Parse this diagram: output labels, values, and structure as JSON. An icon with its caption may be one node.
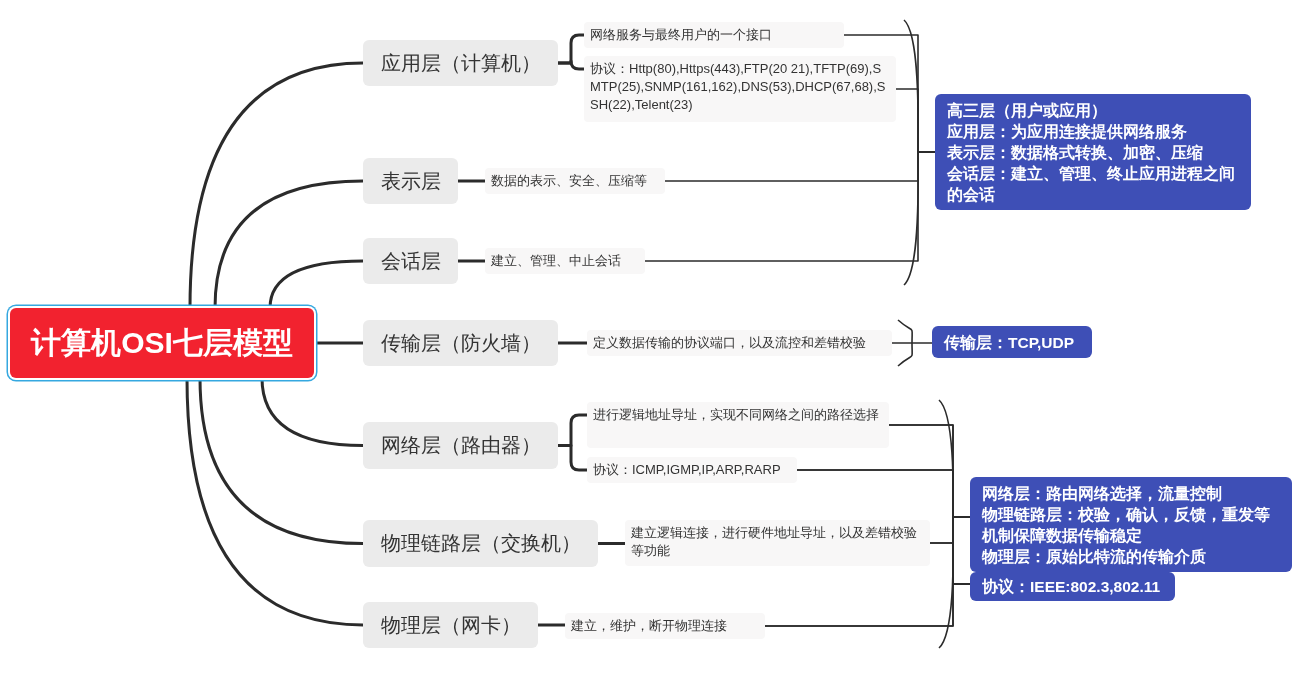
{
  "diagram": {
    "nodes": [
      {
        "text": [
          "计算机OSI七层模型"
        ]
      },
      {
        "text": [
          "应用层（计算机）"
        ]
      },
      {
        "text": [
          "表示层"
        ]
      },
      {
        "text": [
          "会话层"
        ]
      },
      {
        "text": [
          "传输层（防火墙）"
        ]
      },
      {
        "text": [
          "网络层（路由器）"
        ]
      },
      {
        "text": [
          "物理链路层（交换机）"
        ]
      },
      {
        "text": [
          "物理层（网卡）"
        ]
      },
      {
        "text": [
          "网络服务与最终用户的一个接口"
        ]
      },
      {
        "text": [
          "协议：Http(80),Https(443),FTP(20 21),TFTP(69),SMTP(25),SNMP(161,162),DNS(53),DHCP(67,68),SSH(22),Telent(23)"
        ]
      },
      {
        "text": [
          "数据的表示、安全、压缩等"
        ]
      },
      {
        "text": [
          "建立、管理、中止会话"
        ]
      },
      {
        "text": [
          "定义数据传输的协议端口，以及流控和差错校验"
        ]
      },
      {
        "text": [
          "进行逻辑地址导址，实现不同网络之间的路径选择"
        ]
      },
      {
        "text": [
          "协议：ICMP,IGMP,IP,ARP,RARP"
        ]
      },
      {
        "text": [
          "建立逻辑连接，进行硬件地址导址，以及差错校验等功能"
        ]
      },
      {
        "text": [
          "建立，维护，断开物理连接"
        ]
      },
      {
        "text": [
          "高三层（用户或应用）",
          "应用层：为应用连接提供网络服务",
          "表示层：数据格式转换、加密、压缩",
          "会话层：建立、管理、终止应用进程之间的会话"
        ]
      },
      {
        "text": [
          "传输层：TCP,UDP"
        ]
      },
      {
        "text": [
          "网络层：路由网络选择，流量控制",
          "物理链路层：校验，确认，反馈，重发等机制保障数据传输稳定",
          "物理层：原始比特流的传输介质"
        ]
      },
      {
        "text": [
          "协议：IEEE:802.3,802.11"
        ]
      }
    ],
    "edges": [
      {
        "from": 0,
        "to": 1,
        "arrow": "none"
      },
      {
        "from": 0,
        "to": 2,
        "arrow": "none"
      },
      {
        "from": 0,
        "to": 3,
        "arrow": "none"
      },
      {
        "from": 0,
        "to": 4,
        "arrow": "none"
      },
      {
        "from": 0,
        "to": 5,
        "arrow": "none"
      },
      {
        "from": 0,
        "to": 6,
        "arrow": "none"
      },
      {
        "from": 0,
        "to": 7,
        "arrow": "none"
      },
      {
        "from": 1,
        "to": 8,
        "arrow": "none"
      },
      {
        "from": 1,
        "to": 9,
        "arrow": "none"
      },
      {
        "from": 2,
        "to": 10,
        "arrow": "none"
      },
      {
        "from": 3,
        "to": 11,
        "arrow": "none"
      },
      {
        "from": 4,
        "to": 12,
        "arrow": "none"
      },
      {
        "from": 5,
        "to": 13,
        "arrow": "none"
      },
      {
        "from": 5,
        "to": 14,
        "arrow": "none"
      },
      {
        "from": 6,
        "to": 15,
        "arrow": "none"
      },
      {
        "from": 7,
        "to": 16,
        "arrow": "none"
      },
      {
        "from": 8,
        "to": 17,
        "arrow": "none"
      },
      {
        "from": 9,
        "to": 17,
        "arrow": "none"
      },
      {
        "from": 10,
        "to": 17,
        "arrow": "none"
      },
      {
        "from": 11,
        "to": 17,
        "arrow": "none"
      },
      {
        "from": 12,
        "to": 18,
        "arrow": "none"
      },
      {
        "from": 13,
        "to": 19,
        "arrow": "none"
      },
      {
        "from": 14,
        "to": 19,
        "arrow": "none"
      },
      {
        "from": 15,
        "to": 19,
        "arrow": "none"
      },
      {
        "from": 16,
        "to": 19,
        "arrow": "none"
      },
      {
        "from": 13,
        "to": 20,
        "arrow": "none"
      },
      {
        "from": 14,
        "to": 20,
        "arrow": "none"
      },
      {
        "from": 15,
        "to": 20,
        "arrow": "none"
      },
      {
        "from": 16,
        "to": 20,
        "arrow": "none"
      }
    ]
  }
}
